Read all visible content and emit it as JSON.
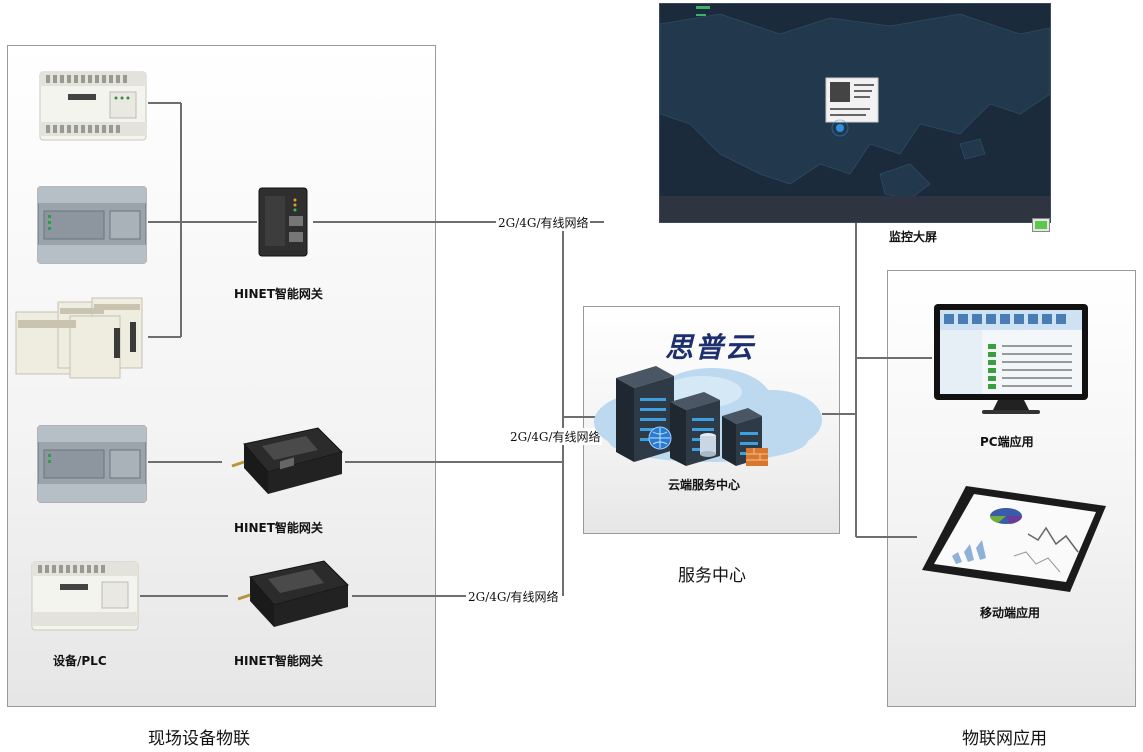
{
  "sections": {
    "field": {
      "label": "现场设备物联"
    },
    "center": {
      "label": "服务中心"
    },
    "apps": {
      "label": "物联网应用"
    }
  },
  "devices": {
    "plc_label": "设备/PLC"
  },
  "gateways": [
    {
      "label": "HINET智能网关"
    },
    {
      "label": "HINET智能网关"
    },
    {
      "label": "HINET智能网关"
    }
  ],
  "networks": [
    {
      "label": "2G/4G/有线网络"
    },
    {
      "label": "2G/4G/有线网络"
    },
    {
      "label": "2G/4G/有线网络"
    }
  ],
  "cloud": {
    "brand": "思普云",
    "caption": "云端服务中心"
  },
  "apps": {
    "monitor": {
      "label": "监控大屏"
    },
    "pc": {
      "label": "PC端应用"
    },
    "mobile": {
      "label": "移动端应用"
    }
  },
  "colors": {
    "line": "#6e6e6e",
    "panel_border": "#9a9a9a",
    "map_bg": "#1b2b3c",
    "cloud": "#bcd9f0",
    "server": "#2f3a47",
    "brand": "#1d2f6e"
  }
}
